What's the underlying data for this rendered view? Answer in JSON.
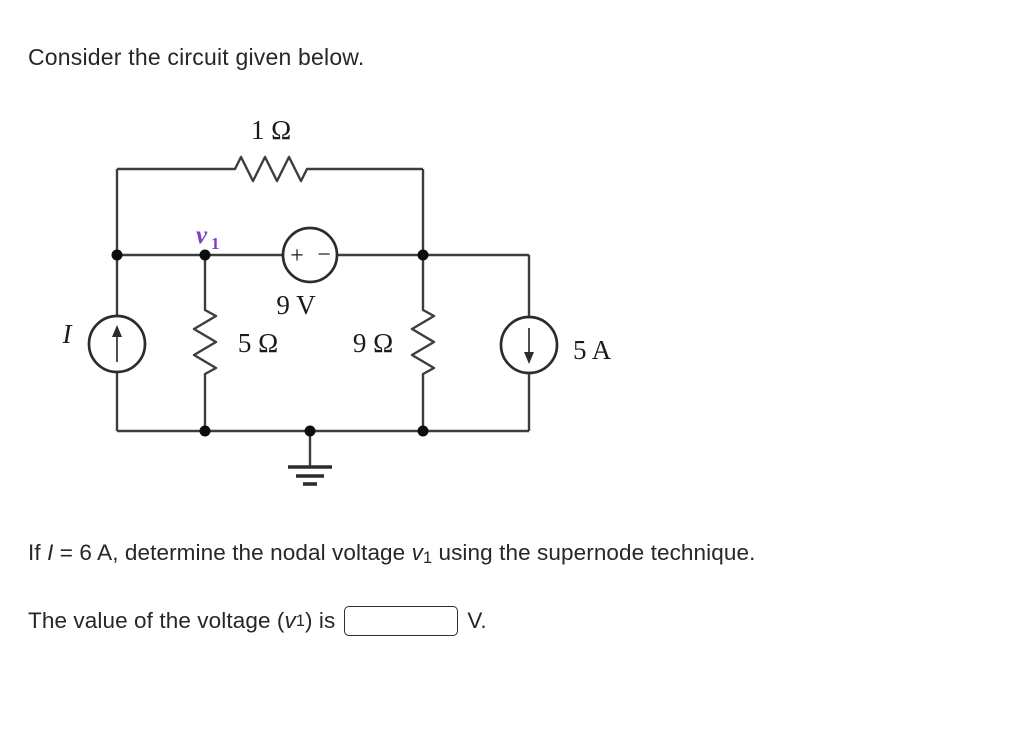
{
  "page": {
    "title": "Consider the circuit given below."
  },
  "circuit": {
    "labels": {
      "resistor_top": "1 Ω",
      "node_voltage_base": "v",
      "node_voltage_sub": "1",
      "vsource_plus": "+",
      "vsource_minus": "−",
      "vsource_value": "9 V",
      "current_source_left": "I",
      "resistor_left": "5 Ω",
      "resistor_right": "9 Ω",
      "current_source_right": "5 A"
    },
    "colors": {
      "wire": "#3d3d3d",
      "node_label_purple": "#7d3fc4",
      "label_text": "#1b1b1b"
    }
  },
  "question": {
    "prefix": "If ",
    "current_var": "I",
    "middle": " = 6 A, determine the nodal voltage ",
    "voltage_var": "v",
    "voltage_sub": "1",
    "suffix": " using the supernode technique."
  },
  "answer": {
    "prefix": "The value of the voltage (",
    "voltage_var": "v",
    "voltage_sub": "1",
    "middle": ") is",
    "input_value": "",
    "input_placeholder": "",
    "unit": "V."
  }
}
